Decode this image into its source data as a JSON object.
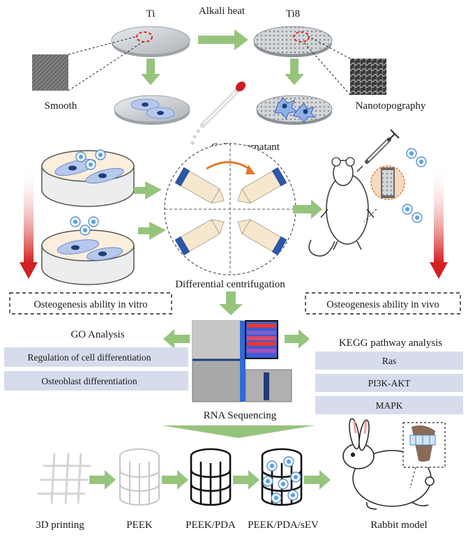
{
  "labels": {
    "ti": "Ti",
    "ti8": "Ti8",
    "alkali_heat": "Alkali heat",
    "smooth": "Smooth",
    "nanotopography": "Nanotopography",
    "cell_supernatant": "Cell supernatant",
    "differential_centrifugation": "Differential centrifugation",
    "osteo_in_vitro": "Osteogenesis ability in vitro",
    "osteo_in_vivo": "Osteogenesis ability in vivo",
    "go_analysis": "GO Analysis",
    "kegg_analysis": "KEGG pathway analysis",
    "rna_sequencing": "RNA Sequencing",
    "printing_3d": "3D printing",
    "peek": "PEEK",
    "peek_pda": "PEEK/PDA",
    "peek_pda_sev": "PEEK/PDA/sEV",
    "rabbit_model": "Rabbit model"
  },
  "go_terms": [
    "Regulation of cell differentiation",
    "Osteoblast differentiation"
  ],
  "kegg_pathways": [
    "Ras",
    "PI3K-AKT",
    "MAPK"
  ],
  "colors": {
    "arrow_green": "#97c47d",
    "band_blue": "#d6dcec",
    "red_gradient": "#d42020",
    "cell_blue": "#b6c8ec",
    "nucleus": "#1f3d78",
    "dish_gray": "#bfc3c8",
    "dashed_red": "#e02020"
  }
}
